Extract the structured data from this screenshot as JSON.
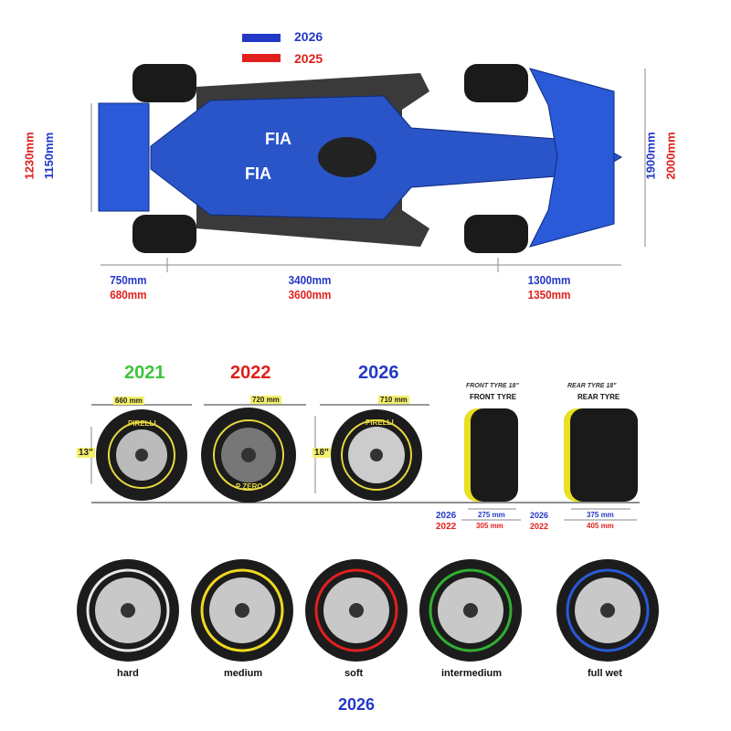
{
  "legend": [
    {
      "label": "2026",
      "color": "#2438c8"
    },
    {
      "label": "2025",
      "color": "#e0201c"
    }
  ],
  "car": {
    "livery_text": "FIA",
    "rear_width": {
      "y2026": "1150mm",
      "y2025": "1230mm"
    },
    "front_width": {
      "y2026": "1900mm",
      "y2025": "2000mm"
    },
    "rear_overhang": {
      "y2026": "750mm",
      "y2025": "680mm"
    },
    "wheelbase": {
      "y2026": "3400mm",
      "y2025": "3600mm"
    },
    "front_overhang": {
      "y2026": "1300mm",
      "y2025": "1350mm"
    }
  },
  "tyre_compare": {
    "years": [
      {
        "label": "2021",
        "diameter": "660 mm",
        "rim": "13\""
      },
      {
        "label": "2022",
        "diameter": "720 mm"
      },
      {
        "label": "2026",
        "diameter": "710 mm",
        "rim": "18\""
      }
    ],
    "brand": "PIRELLI",
    "sidewall": "P ZERO",
    "front": {
      "title_italic": "FRONT TYRE  18\"",
      "title": "FRONT TYRE",
      "y2026": "275 mm",
      "y2022": "305 mm"
    },
    "rear": {
      "title_italic": "REAR TYRE  18\"",
      "title": "REAR TYRE",
      "y2026": "375 mm",
      "y2022": "405 mm"
    },
    "year_labels": {
      "y2026": "2026",
      "y2022": "2022"
    }
  },
  "compounds": [
    {
      "label": "hard",
      "color": "#e8e8e8"
    },
    {
      "label": "medium",
      "color": "#f0d820"
    },
    {
      "label": "soft",
      "color": "#e02020"
    },
    {
      "label": "intermedium",
      "color": "#30b030"
    },
    {
      "label": "full wet",
      "color": "#2a5ad8"
    }
  ],
  "footer_year": "2026"
}
